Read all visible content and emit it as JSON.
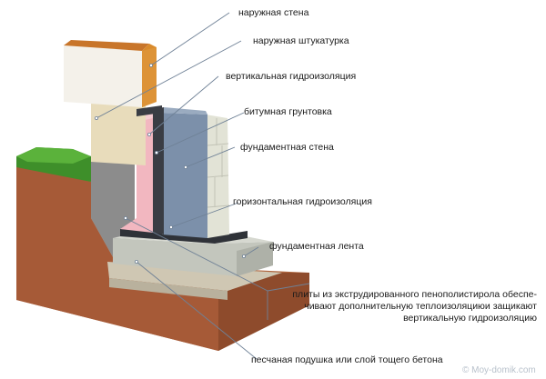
{
  "labels": {
    "outer_wall": "наружная стена",
    "outer_plaster": "наружная штукатурка",
    "vertical_waterproofing": "вертикальная гидроизоляция",
    "bitumen_primer": "битумная грунтовка",
    "foundation_wall": "фундаментная стена",
    "horizontal_waterproofing": "горизонтальная гидроизоляция",
    "foundation_strip": "фундаментная лента",
    "eps_boards_line1": "плиты из экструдированного пенополистирола обеспе-",
    "eps_boards_line2": "чивают дополнительную теплоизоляциюи защикают",
    "eps_boards_line3": "вертикальную гидроизоляцию",
    "sand_cushion": "песчаная подушка или слой тощего бетона"
  },
  "watermark": "© Moy-domik.com",
  "colors": {
    "soil": "#a8603f",
    "grass": "#3e8f2a",
    "gravel": "#8a8a8a",
    "plaster": "#e6d9b8",
    "brick_face": "#f4f1ea",
    "brick_side": "#d98a2c",
    "foam_board": "#f2b8c0",
    "bitumen": "#3a3d44",
    "foundation_wall": "#7f93ad",
    "blocks": "#e3e4d8",
    "strip": "#c6c9c0",
    "leader": "#6f8196"
  }
}
